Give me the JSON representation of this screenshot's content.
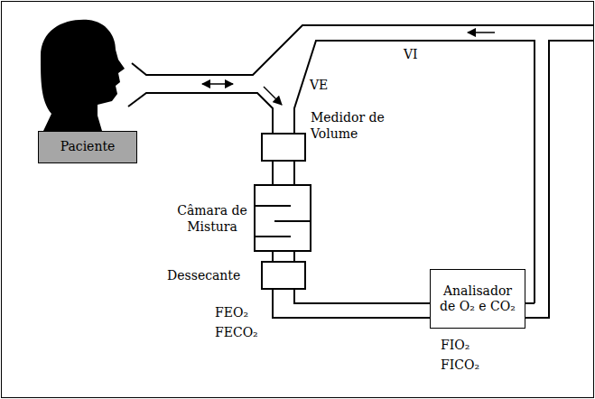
{
  "diagram": {
    "nodes": [
      {
        "text": [
          "Paciente"
        ]
      },
      {
        "text": [
          "Analisador de O₂ e CO₂"
        ]
      }
    ],
    "labels": [
      "VE",
      "VI",
      "Medidor de Volume",
      "Câmara de Mistura",
      "Dessecante",
      "FEO₂",
      "FECO₂",
      "FIO₂",
      "FICO₂"
    ]
  }
}
